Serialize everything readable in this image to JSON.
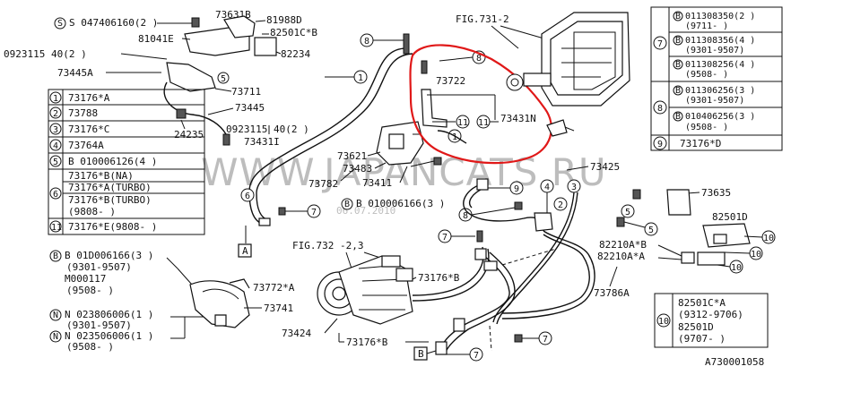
{
  "watermark": {
    "text": "WWW.JAPANCATS.RU",
    "date": "06.07.2010"
  },
  "figure_id": "A730001058",
  "fig_refs": {
    "upper": "FIG.731-2",
    "lower": "FIG.732 -2,3"
  },
  "left_table": {
    "rows": [
      {
        "num": "1",
        "text": "73176*A"
      },
      {
        "num": "2",
        "text": "73788"
      },
      {
        "num": "3",
        "text": "73176*C"
      },
      {
        "num": "4",
        "text": "73764A"
      },
      {
        "num": "5",
        "text": "B 010006126(4 )"
      },
      {
        "num": "6",
        "lines": [
          "73176*B(NA)",
          "73176*A(TURBO)",
          "73176*B(TURBO)",
          "(9808-      )"
        ]
      },
      {
        "num": "11",
        "text": "73176*E(9808-      )"
      }
    ]
  },
  "right_table": {
    "groups": [
      {
        "num": "7",
        "rows": [
          {
            "b": "B",
            "code": "011308350(2 )",
            "date": "(9711-        )"
          },
          {
            "b": "B",
            "code": "011308356(4 )",
            "date": "(9301-9507)"
          },
          {
            "b": "B",
            "code": "011308256(4 )",
            "date": "(9508-        )"
          }
        ]
      },
      {
        "num": "8",
        "rows": [
          {
            "b": "B",
            "code": "011306256(3 )",
            "date": "(9301-9507)"
          },
          {
            "b": "B",
            "code": "010406256(3 )",
            "date": "(9508-        )"
          }
        ]
      },
      {
        "num": "9",
        "rows": [
          {
            "b": "",
            "code": "73176*D",
            "date": ""
          }
        ]
      }
    ]
  },
  "bottom_right_table": {
    "num": "10",
    "lines": [
      "82501C*A",
      "(9312-9706)",
      "82501D",
      "(9707-        )"
    ]
  },
  "bottom_left_notes": {
    "group1": [
      "B 01D006166(3 )",
      "(9301-9507)",
      "M000117",
      "(9508-        )"
    ],
    "group2": [
      "N 023806006(1 )",
      "(9301-9507)",
      "N 023506006(1 )",
      "(9508-        )"
    ]
  },
  "labels": {
    "s_code": "S 047406160(2 )",
    "p73631B": "73631B",
    "p81988D": "81988D",
    "p81041E": "81041E",
    "p82501C": "82501C*B",
    "p82234": "82234",
    "p0923a": "0923115 40(2 )",
    "p73445A": "73445A",
    "p73711": "73711",
    "p73445": "73445",
    "p24235": "24235",
    "p0923b": "0923115 40(2 )",
    "p73431I": "73431I",
    "p73722": "73722",
    "p73431N": "73431N",
    "p73621": "73621",
    "p73483": "73483",
    "p73782": "73782",
    "p73411": "73411",
    "p010006166": "B 010006166(3 )",
    "p73425": "73425",
    "p73635": "73635",
    "p82501D": "82501D",
    "p82210A_B": "82210A*B",
    "p82210A_A": "82210A*A",
    "p73786A": "73786A",
    "p73772A": "73772*A",
    "p73741": "73741",
    "p73176B_1": "73176*B",
    "p73424": "73424",
    "p73176B_2": "73176*B",
    "box_a": "A",
    "box_b": "B"
  },
  "callouts": [
    "1",
    "1",
    "1",
    "2",
    "3",
    "4",
    "5",
    "5",
    "6",
    "7",
    "7",
    "7",
    "7",
    "7",
    "8",
    "8",
    "8",
    "9",
    "10",
    "10",
    "10",
    "11",
    "11"
  ]
}
